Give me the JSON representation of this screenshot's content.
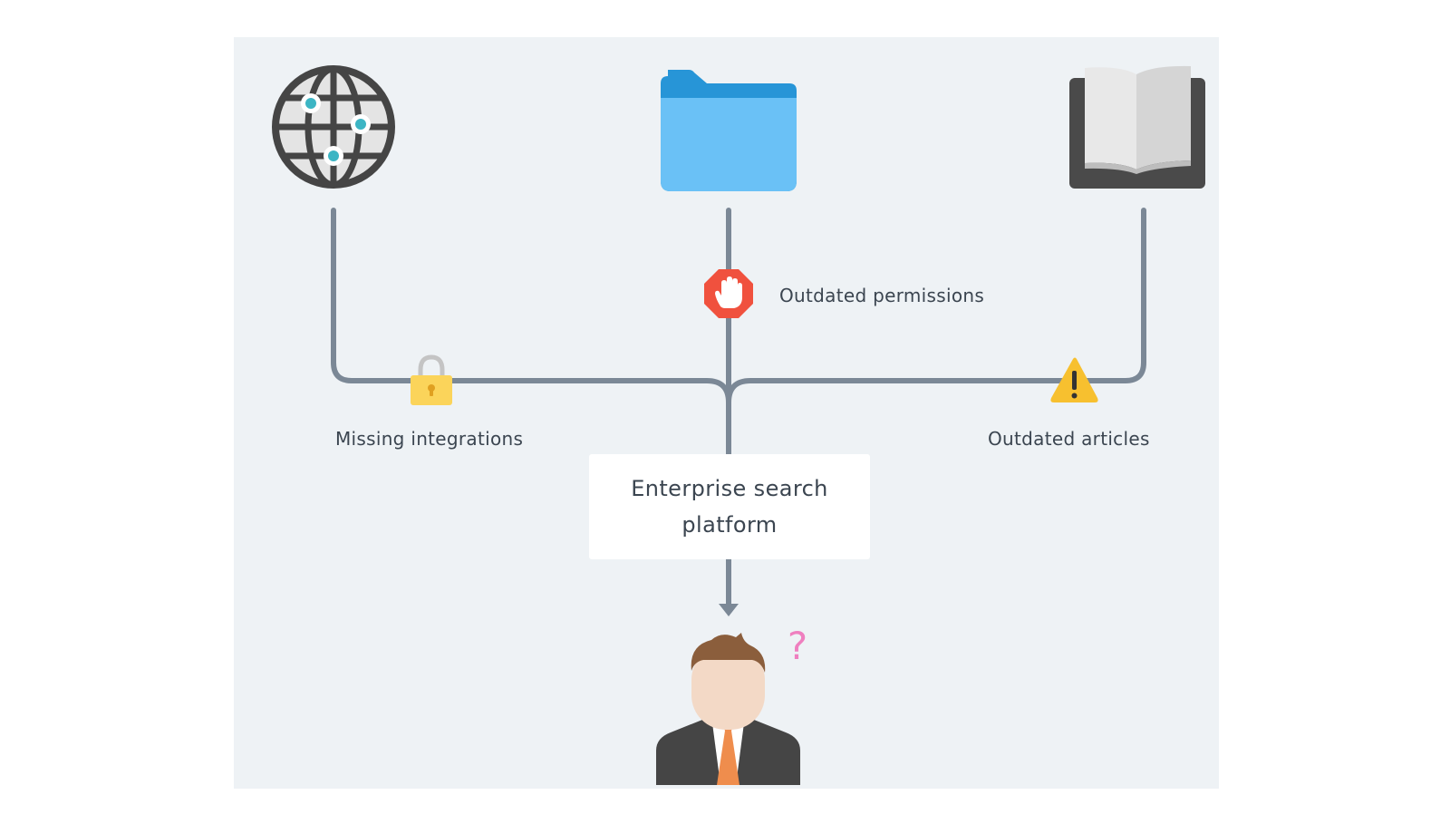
{
  "diagram": {
    "sources": [
      {
        "name": "web",
        "icon": "globe-icon"
      },
      {
        "name": "files",
        "icon": "folder-icon"
      },
      {
        "name": "knowledge-base",
        "icon": "open-book-icon"
      }
    ],
    "issues": {
      "missing_integrations": {
        "label": "Missing integrations",
        "icon": "padlock-icon"
      },
      "outdated_permissions": {
        "label": "Outdated permissions",
        "icon": "stop-hand-icon"
      },
      "outdated_articles": {
        "label": "Outdated articles",
        "icon": "warning-triangle-icon"
      }
    },
    "platform": {
      "label": "Enterprise search platform"
    },
    "user": {
      "icon": "businessman-icon",
      "confusion_mark": "?"
    },
    "colors": {
      "background": "#eef2f5",
      "connector": "#7b8896",
      "text": "#3b4550",
      "stop_red": "#f0513e",
      "warning_yellow": "#f7c02f",
      "lock_yellow": "#fbd45a",
      "folder_blue": "#6ac1f6",
      "folder_tab_blue": "#2795d7",
      "question_pink": "#ef7fbf"
    }
  }
}
